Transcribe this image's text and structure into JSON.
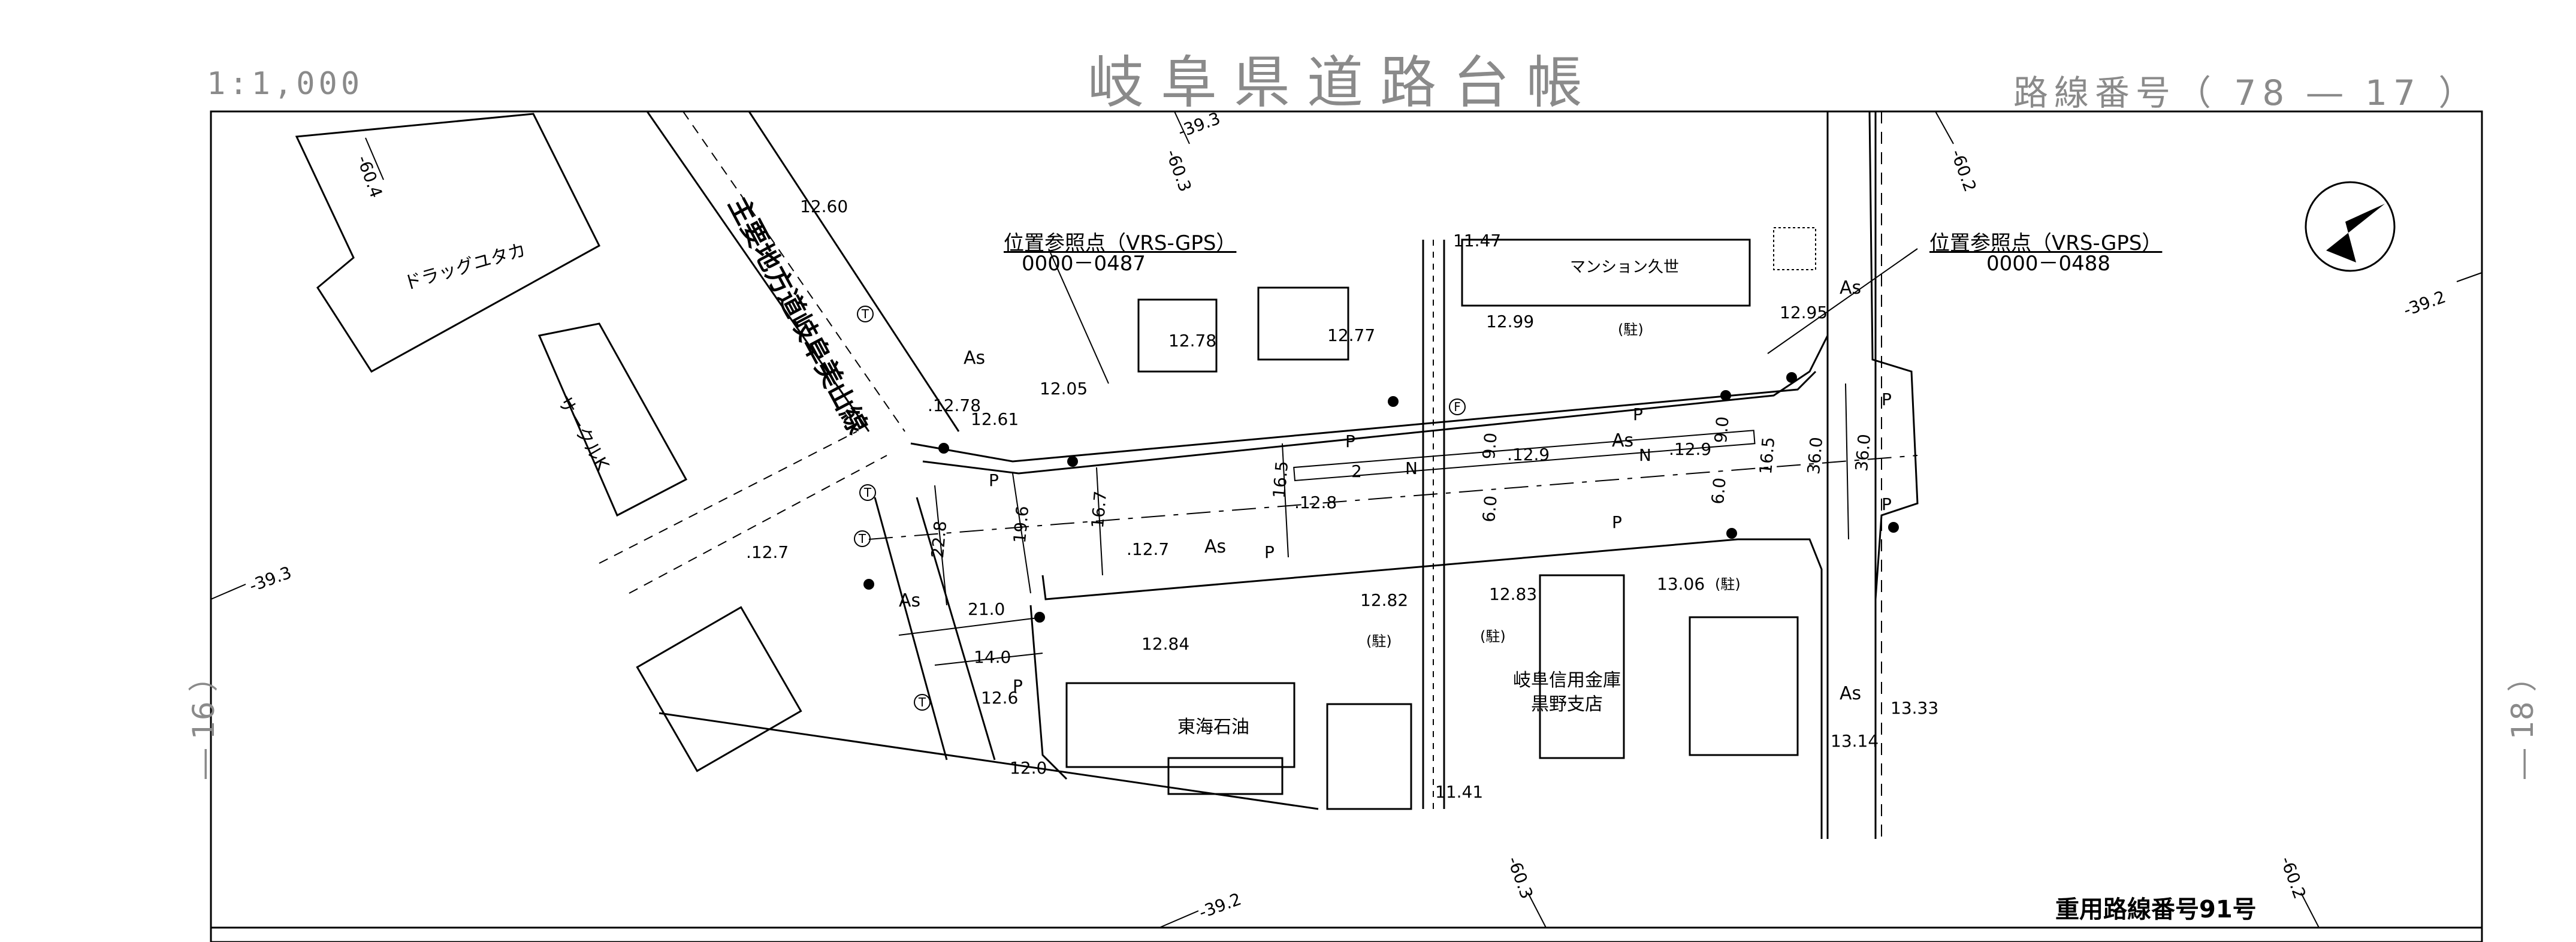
{
  "header": {
    "title": "岐阜県道路台帳",
    "scale": "1:1,000",
    "route_number": "路線番号（ 78 ― 17 ）",
    "left_sheet": "― 16 ）",
    "right_sheet": "― 18 ）"
  },
  "road_name": "主要地方道岐阜美山線",
  "reference_points": [
    {
      "title": "位置参照点（VRS-GPS）",
      "code": "0000－0487"
    },
    {
      "title": "位置参照点（VRS-GPS）",
      "code": "0000－0488"
    }
  ],
  "buildings": {
    "drug": "ドラッグユタカ",
    "circle": "サークルK",
    "mansion": "マンション久世",
    "tokai": "東海石油",
    "bank_line1": "岐阜信用金庫",
    "bank_line2": "黒野支店"
  },
  "grid_labels": {
    "g1": "-60.4",
    "g2": "-39.3",
    "g3": "-60.3",
    "g4": "-60.2",
    "g5": "-39.2",
    "g6": "-39.3",
    "g7": "-39.2",
    "g8": "-60.3",
    "g9": "-60.2"
  },
  "elevations": {
    "e1": "12.60",
    "e2": "11.47",
    "e3": "12.78",
    "e4": "12.77",
    "e5": "12.99",
    "e6": "12.95",
    "e7": ".12.78",
    "e8": "12.61",
    "e9": "12.05",
    "e10": ".12.9",
    "e11": ".12.9",
    "e12": ".12.8",
    "e13": ".12.7",
    "e14": ".12.7",
    "e15": "12.82",
    "e16": "12.83",
    "e17": "13.06",
    "e18": "12.84",
    "e19": "12.6",
    "e20": "12.0",
    "e21": "11.41",
    "e22": "13.14",
    "e23": "13.33"
  },
  "widths": {
    "w1": "22.8",
    "w2": "19.6",
    "w3": "16.7",
    "w4": "16.5",
    "w5": "9.0",
    "w6": "6.0",
    "w7": "9.0",
    "w8": "6.0",
    "w9": "16.5",
    "w10": "36.0",
    "w11": "36.0",
    "w12": "21.0",
    "w13": "14.0"
  },
  "surface_labels": {
    "as": "As",
    "p": "P",
    "n": "N",
    "two": "2",
    "note": "(駐)",
    "t": "T",
    "f": "F"
  },
  "bottom_label": "重用路線番号91号",
  "colors": {
    "header_gray": "#8a8a8a",
    "line": "#000000"
  },
  "icons": [
    "north-arrow-icon"
  ]
}
